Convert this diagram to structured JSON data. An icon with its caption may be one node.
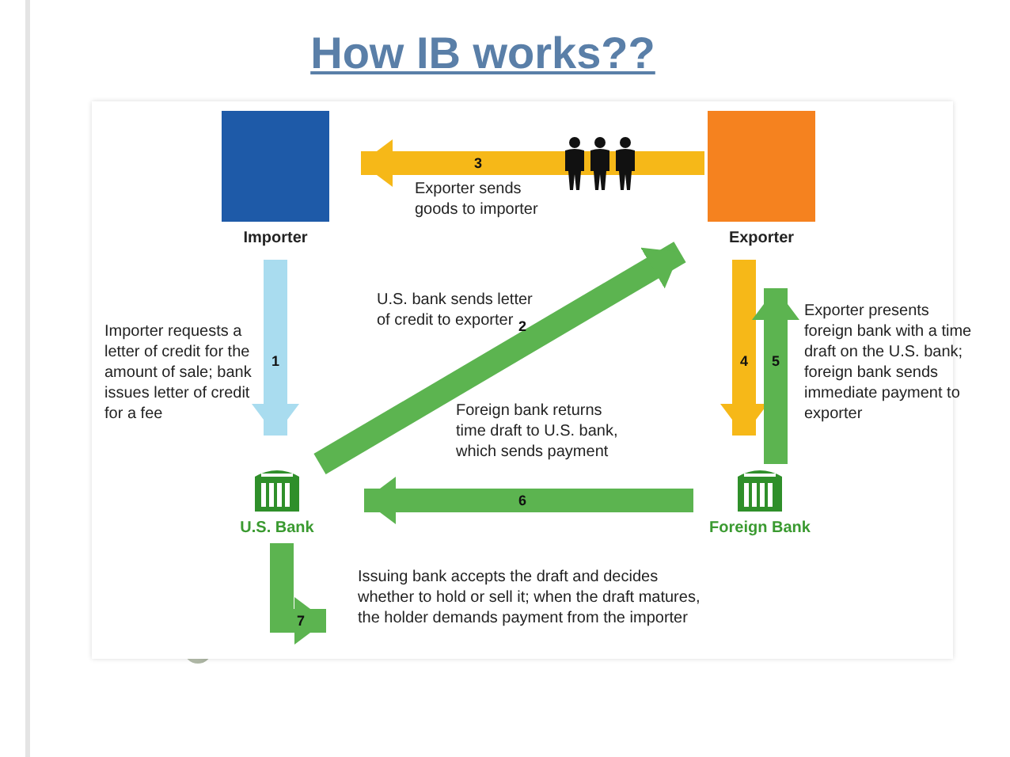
{
  "diagram": {
    "title": "How IB works??",
    "nodes": [
      {
        "text": [
          "Importer"
        ]
      },
      {
        "text": [
          "Exporter"
        ]
      },
      {
        "text": [
          "U.S. Bank"
        ]
      },
      {
        "text": [
          "Foreign Bank"
        ]
      },
      {
        "text": [
          "Issuing bank accepts the draft and decides whether to hold or sell it; when the draft matures, the holder demands payment from the importer"
        ]
      }
    ],
    "edges": [
      {
        "from": 0,
        "to": 2,
        "arrow": "to",
        "label": "1",
        "color": "#a9dcef"
      },
      {
        "from": 2,
        "to": 1,
        "arrow": "to",
        "label": "2"
      },
      {
        "from": 1,
        "to": 0,
        "arrow": "to",
        "label": "3",
        "color": "#f6b818"
      },
      {
        "from": 1,
        "to": 3,
        "arrow": "to",
        "label": "4",
        "color": "#f6b818"
      },
      {
        "from": 3,
        "to": 1,
        "arrow": "to",
        "label": "5"
      },
      {
        "from": 3,
        "to": 2,
        "arrow": "to",
        "label": "6"
      },
      {
        "from": 2,
        "to": 4,
        "arrow": "to",
        "label": "7"
      }
    ],
    "labels": [
      "Exporter sends goods to importer",
      "Importer requests a letter of credit for the amount of sale; bank issues letter of credit for a fee",
      "U.S. bank sends letter of credit to exporter",
      "Foreign bank returns time draft to U.S. bank, which sends payment",
      "Exporter presents foreign bank with a time draft on the U.S. bank; foreign bank sends immediate payment to exporter"
    ]
  }
}
